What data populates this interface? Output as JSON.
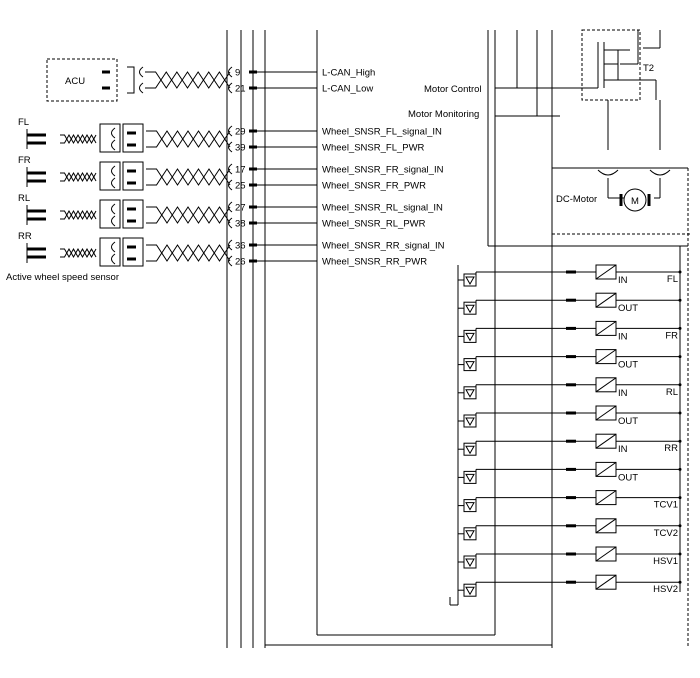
{
  "acu": {
    "label": "ACU"
  },
  "can_signals": [
    {
      "pin": "9",
      "label": "L-CAN_High"
    },
    {
      "pin": "21",
      "label": "L-CAN_Low"
    }
  ],
  "motor_labels": {
    "control": "Motor Control",
    "monitoring": "Motor Monitoring"
  },
  "transistor_label": "T2",
  "motor": {
    "label": "DC-Motor",
    "symbol": "M"
  },
  "wheel_sensors": [
    {
      "corner": "FL",
      "signal_pin": "29",
      "signal": "Wheel_SNSR_FL_signal_IN",
      "pwr_pin": "39",
      "pwr": "Wheel_SNSR_FL_PWR"
    },
    {
      "corner": "FR",
      "signal_pin": "17",
      "signal": "Wheel_SNSR_FR_signal_IN",
      "pwr_pin": "25",
      "pwr": "Wheel_SNSR_FR_PWR"
    },
    {
      "corner": "RL",
      "signal_pin": "27",
      "signal": "Wheel_SNSR_RL_signal_IN",
      "pwr_pin": "38",
      "pwr": "Wheel_SNSR_RL_PWR"
    },
    {
      "corner": "RR",
      "signal_pin": "36",
      "signal": "Wheel_SNSR_RR_signal_IN",
      "pwr_pin": "26",
      "pwr": "Wheel_SNSR_RR_PWR"
    }
  ],
  "sensor_caption": "Active wheel speed sensor",
  "valves": [
    {
      "port": "IN",
      "wheel": "FL"
    },
    {
      "port": "OUT",
      "wheel": ""
    },
    {
      "port": "IN",
      "wheel": "FR"
    },
    {
      "port": "OUT",
      "wheel": ""
    },
    {
      "port": "IN",
      "wheel": "RL"
    },
    {
      "port": "OUT",
      "wheel": ""
    },
    {
      "port": "IN",
      "wheel": "RR"
    },
    {
      "port": "OUT",
      "wheel": ""
    },
    {
      "port": "",
      "wheel": "TCV1"
    },
    {
      "port": "",
      "wheel": "TCV2"
    },
    {
      "port": "",
      "wheel": "HSV1"
    },
    {
      "port": "",
      "wheel": "HSV2"
    }
  ]
}
